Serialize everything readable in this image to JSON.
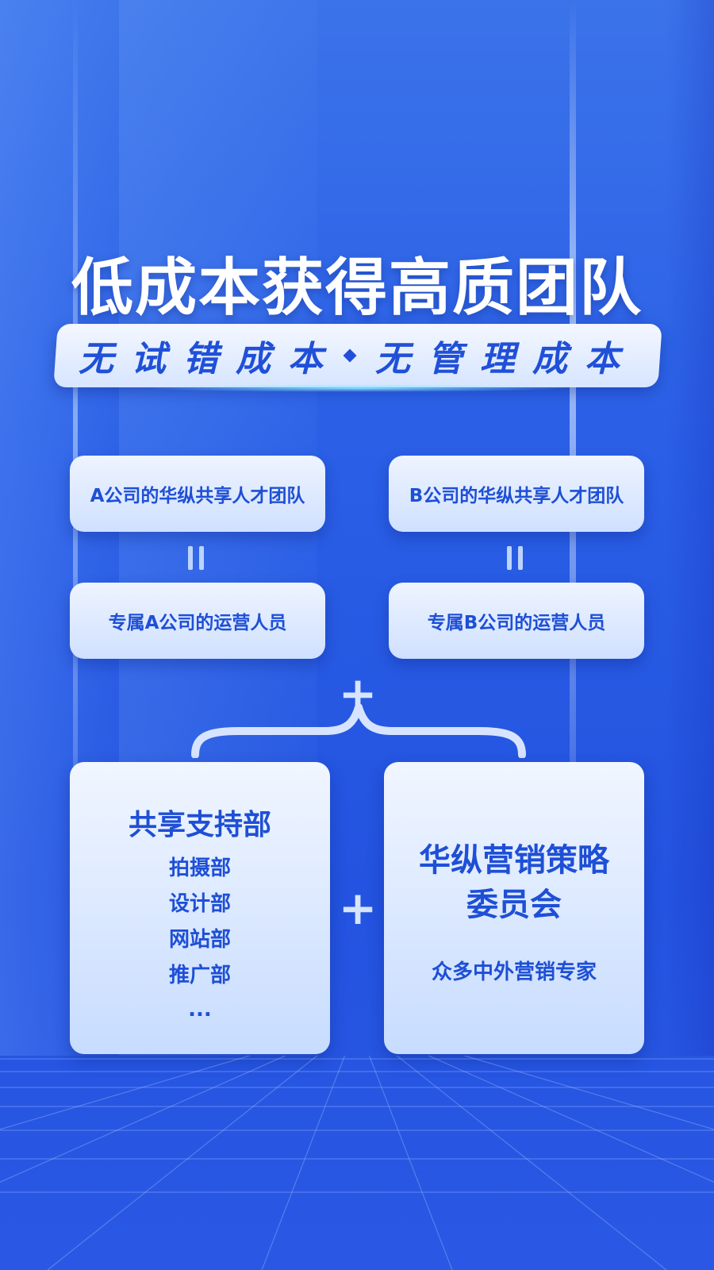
{
  "title": "低成本获得高质团队",
  "subtitle": {
    "left": "无试错成本",
    "right": "无管理成本"
  },
  "teams": [
    {
      "team_label": "A公司的华纵共享人才团队",
      "staff_label": "专属A公司的运营人员"
    },
    {
      "team_label": "B公司的华纵共享人才团队",
      "staff_label": "专属B公司的运营人员"
    }
  ],
  "support": {
    "title": "共享支持部",
    "departments": [
      "拍摄部",
      "设计部",
      "网站部",
      "推广部"
    ],
    "more": "..."
  },
  "committee": {
    "title_line1": "华纵营销策略",
    "title_line2": "委员会",
    "description": "众多中外营销专家"
  },
  "symbols": {
    "plus": "+"
  },
  "colors": {
    "accent": "#1e4fd6",
    "background": "#2a5fe6",
    "card": "#e6efff"
  }
}
